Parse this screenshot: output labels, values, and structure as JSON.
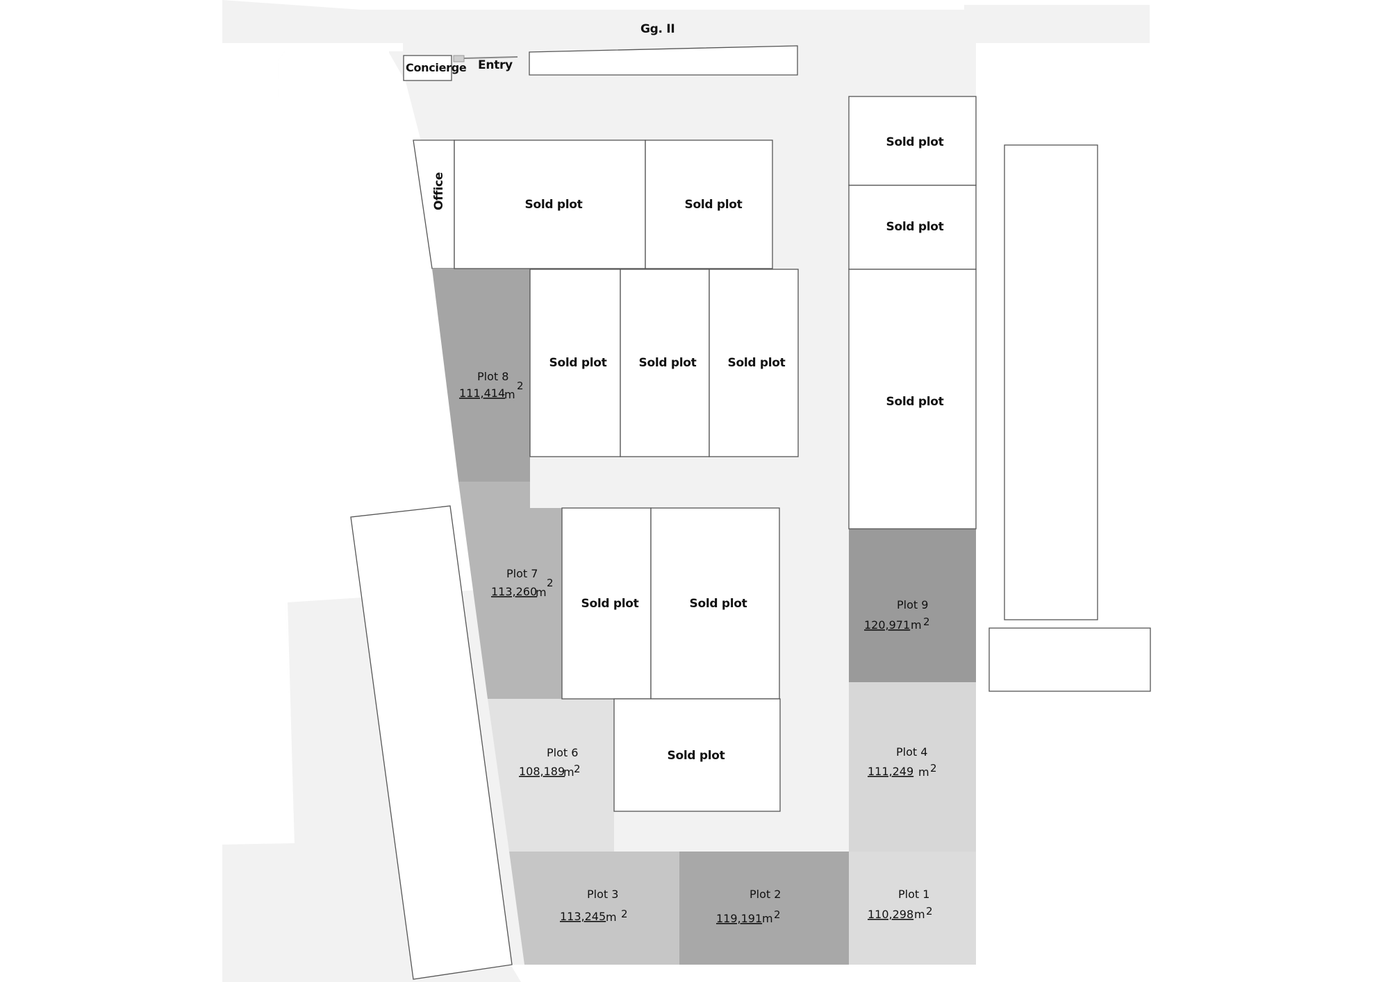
{
  "road_label": "Gg. II",
  "concierge_label": "Concierge",
  "entry_label": "Entry",
  "office_label": "Office",
  "sold_label": "Sold plot",
  "area_unit": "m",
  "area_exponent": "2",
  "colors": {
    "background": "#ffffff",
    "road": "#f2f2f2",
    "sold_fill": "#ffffff",
    "outline": "#555555",
    "plot_1": "#dcdcdc",
    "plot_2": "#a8a8a8",
    "plot_3": "#c6c6c6",
    "plot_4": "#d7d7d7",
    "plot_6": "#e2e2e2",
    "plot_7": "#b6b6b6",
    "plot_8": "#a5a5a5",
    "plot_9": "#9a9a9a"
  },
  "plots": [
    {
      "id": "plot-1",
      "name": "Plot 1",
      "area": "110,298"
    },
    {
      "id": "plot-2",
      "name": "Plot 2",
      "area": "119,191"
    },
    {
      "id": "plot-3",
      "name": "Plot 3",
      "area": "113,245"
    },
    {
      "id": "plot-4",
      "name": "Plot 4",
      "area": "111,249"
    },
    {
      "id": "plot-6",
      "name": "Plot 6",
      "area": "108,189"
    },
    {
      "id": "plot-7",
      "name": "Plot 7",
      "area": "113,260"
    },
    {
      "id": "plot-8",
      "name": "Plot 8",
      "area": "111,414"
    },
    {
      "id": "plot-9",
      "name": "Plot 9",
      "area": "120,971"
    }
  ]
}
